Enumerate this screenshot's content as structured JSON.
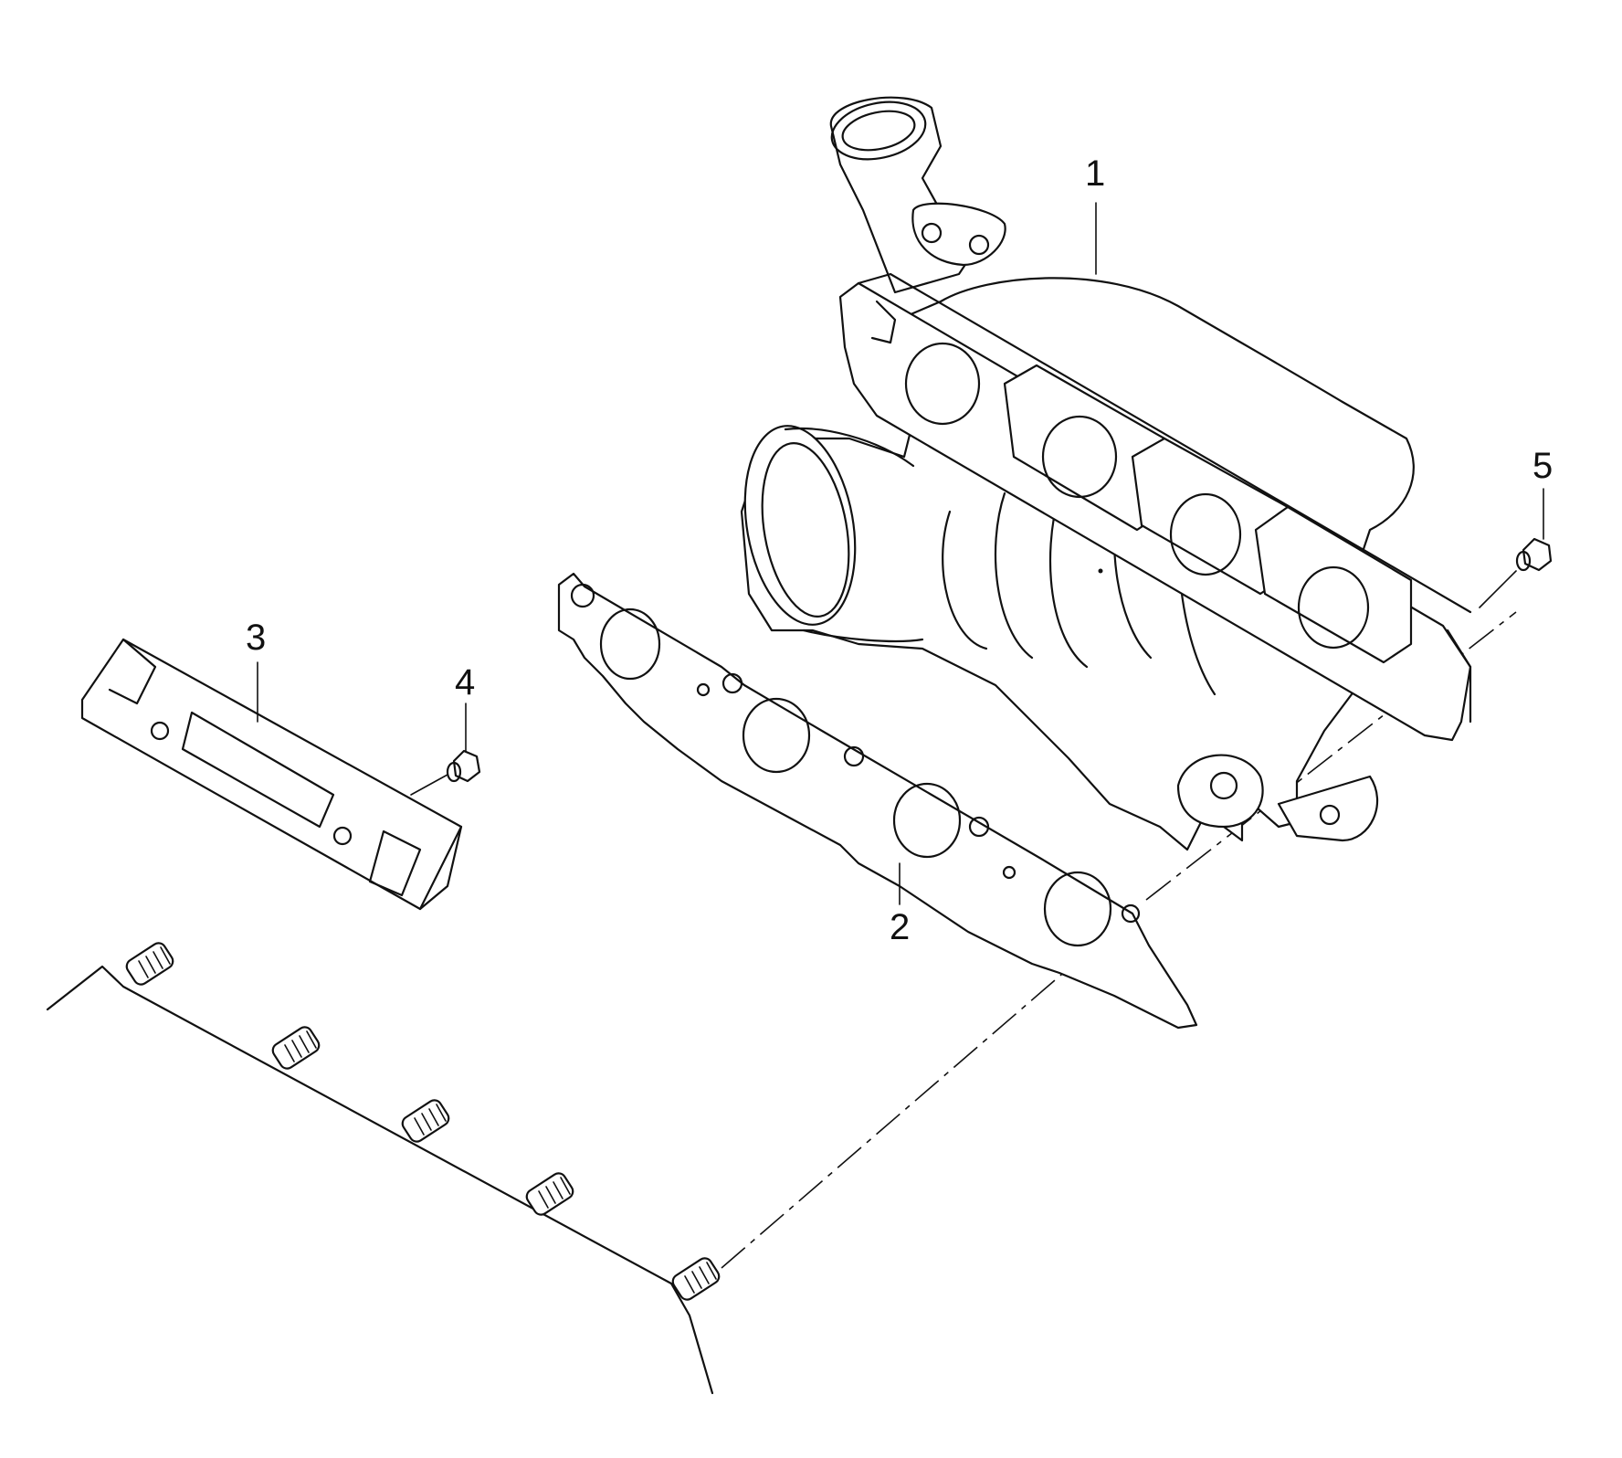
{
  "diagram": {
    "callouts": [
      {
        "id": "1",
        "label": "1"
      },
      {
        "id": "2",
        "label": "2"
      },
      {
        "id": "3",
        "label": "3"
      },
      {
        "id": "4",
        "label": "4"
      },
      {
        "id": "5",
        "label": "5"
      }
    ],
    "icons": [
      "turbocharger-manifold",
      "manifold-gasket",
      "heat-shield",
      "nut",
      "nut",
      "cylinder-head-with-studs"
    ]
  }
}
